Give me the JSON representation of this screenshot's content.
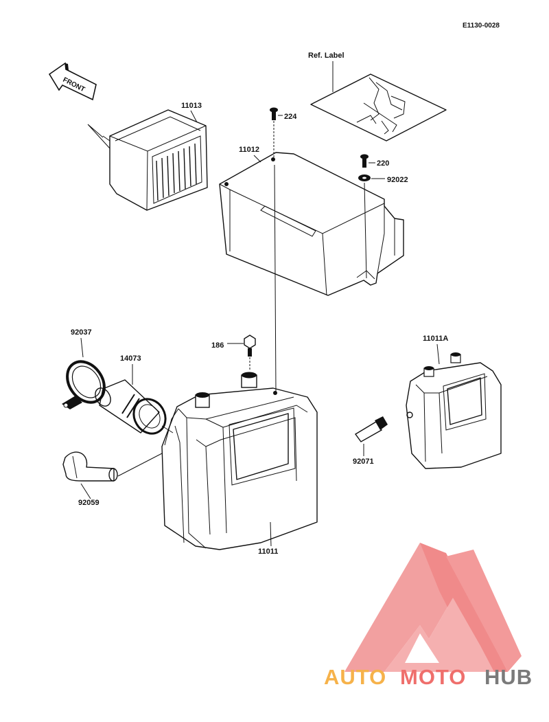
{
  "diagram_code": "E1130-0028",
  "front_label": "FRONT",
  "ref_label": "Ref. Label",
  "parts": {
    "p11013": "11013",
    "p224": "224",
    "p11012": "11012",
    "p220": "220",
    "p92022": "92022",
    "p92037": "92037",
    "p14073": "14073",
    "p186": "186",
    "p11011A": "11011A",
    "p92071": "92071",
    "p92059": "92059",
    "p11011": "11011"
  },
  "watermark": {
    "part1": "AUTO",
    "part2": "MOTO",
    "part3": "HUB",
    "color_orange": "#f6b24a",
    "color_red": "#ef6f6c",
    "color_gray": "#777777"
  }
}
